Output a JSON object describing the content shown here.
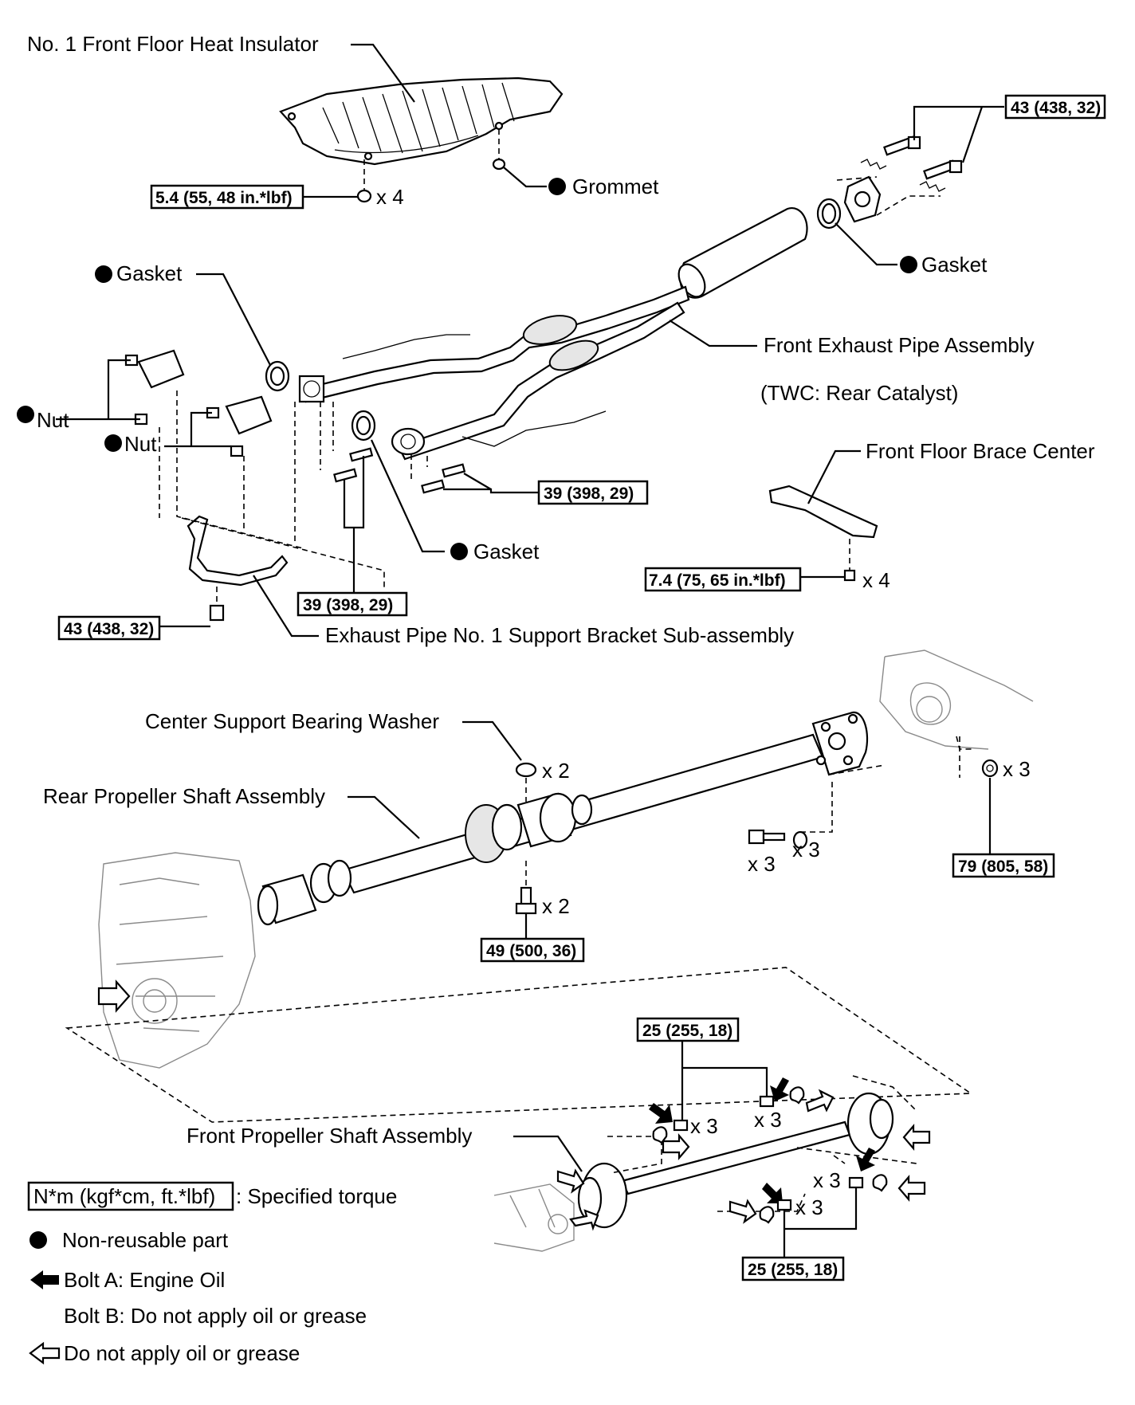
{
  "labels": {
    "heat_insulator": "No. 1 Front Floor Heat Insulator",
    "grommet": "Grommet",
    "gasket_right": "Gasket",
    "gasket_left": "Gasket",
    "gasket_center": "Gasket",
    "nut_a": "Nut",
    "nut_b": "Nut",
    "front_exhaust_pipe": "Front Exhaust Pipe Assembly",
    "twc": "(TWC: Rear Catalyst)",
    "front_floor_brace": "Front Floor Brace Center",
    "support_bracket": "Exhaust Pipe No. 1 Support Bracket Sub-assembly",
    "bearing_washer": "Center Support Bearing Washer",
    "rear_propeller_shaft": "Rear Propeller Shaft Assembly",
    "front_propeller_shaft": "Front Propeller Shaft Assembly"
  },
  "torques": {
    "insulator": "5.4 (55, 48 in.*lbf)",
    "flange_top": "43 (438, 32)",
    "pipe_bolts_center": "39 (398, 29)",
    "pipe_bolts_left": "39 (398, 29)",
    "brace": "7.4 (75, 65 in.*lbf)",
    "bracket": "43 (438, 32)",
    "rear_shaft_flange": "79 (805, 58)",
    "center_support": "49 (500, 36)",
    "front_shaft_top": "25 (255, 18)",
    "front_shaft_bottom": "25 (255, 18)"
  },
  "quantities": {
    "insulator": "x 4",
    "brace": "x 4",
    "washer": "x 2",
    "support_bolt": "x 2",
    "rear_bolt": "x 3",
    "rear_washer": "x 3",
    "rear_nut": "x 3",
    "fs_a": "x 3",
    "fs_b": "x 3",
    "fs_c": "x 3",
    "fs_d": "x 3"
  },
  "legend": {
    "torque_unit": "N*m (kgf*cm, ft.*lbf)",
    "torque_desc": ": Specified torque",
    "non_reusable": "Non-reusable part",
    "bolt_a": "Bolt A: Engine Oil",
    "bolt_b": "Bolt B: Do not apply oil or grease",
    "no_oil": "Do not apply oil or grease"
  }
}
